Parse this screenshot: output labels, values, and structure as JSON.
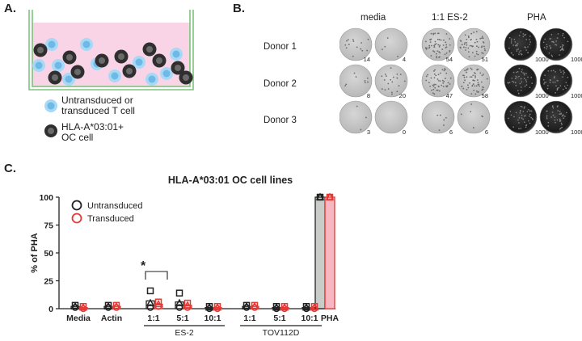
{
  "panel_a": {
    "letter": "A.",
    "legend": [
      {
        "label": "Untransduced or\ntransduced T cell",
        "color": "#9fd3f3"
      },
      {
        "label": "HLA-A*03:01+\nOC cell",
        "color": "#3a3a3a"
      }
    ]
  },
  "panel_b": {
    "letter": "B.",
    "columns": [
      "media",
      "1:1 ES-2",
      "PHA"
    ],
    "donors": [
      {
        "label": "Donor 1",
        "counts": [
          "14",
          "4",
          "54",
          "51",
          "1000",
          "1000"
        ]
      },
      {
        "label": "Donor 2",
        "counts": [
          "8",
          "20",
          "47",
          "58",
          "1000",
          "1000"
        ]
      },
      {
        "label": "Donor 3",
        "counts": [
          "3",
          "0",
          "6",
          "6",
          "1000",
          "1000"
        ]
      }
    ]
  },
  "panel_c": {
    "letter": "C.",
    "significance": "*"
  },
  "chart_data": {
    "type": "bar",
    "title": "HLA-A*03:01 OC cell lines",
    "ylabel": "% of PHA",
    "xlabel": "",
    "ylim": [
      0,
      100
    ],
    "yticks": [
      0,
      25,
      50,
      75,
      100
    ],
    "categories": [
      "Media",
      "Actin",
      "1:1",
      "5:1",
      "10:1",
      "1:1",
      "5:1",
      "10:1",
      "PHA"
    ],
    "groups": [
      {
        "label": "ES-2",
        "categories": [
          "1:1",
          "5:1",
          "10:1"
        ]
      },
      {
        "label": "TOV112D",
        "categories": [
          "1:1",
          "5:1",
          "10:1"
        ]
      }
    ],
    "series": [
      {
        "name": "Untransduced",
        "color": "#222222",
        "values": [
          2,
          2,
          7,
          6,
          1,
          2,
          1,
          1,
          100
        ],
        "points": [
          [
            3,
            2,
            1
          ],
          [
            3,
            2,
            1
          ],
          [
            16,
            5,
            1
          ],
          [
            14,
            5,
            1
          ],
          [
            2,
            1,
            0
          ],
          [
            3,
            2,
            1
          ],
          [
            2,
            1,
            0
          ],
          [
            2,
            1,
            0
          ],
          [
            100,
            100,
            100
          ]
        ]
      },
      {
        "name": "Transduced",
        "color": "#e53935",
        "values": [
          1,
          2,
          4,
          3,
          1,
          2,
          1,
          1,
          100
        ],
        "points": [
          [
            2,
            1,
            0
          ],
          [
            3,
            2,
            1
          ],
          [
            6,
            4,
            2
          ],
          [
            5,
            3,
            1
          ],
          [
            2,
            1,
            0
          ],
          [
            3,
            2,
            1
          ],
          [
            2,
            1,
            0
          ],
          [
            2,
            1,
            0
          ],
          [
            100,
            100,
            100
          ]
        ]
      }
    ],
    "legend_position": "top-left",
    "grid": false
  }
}
